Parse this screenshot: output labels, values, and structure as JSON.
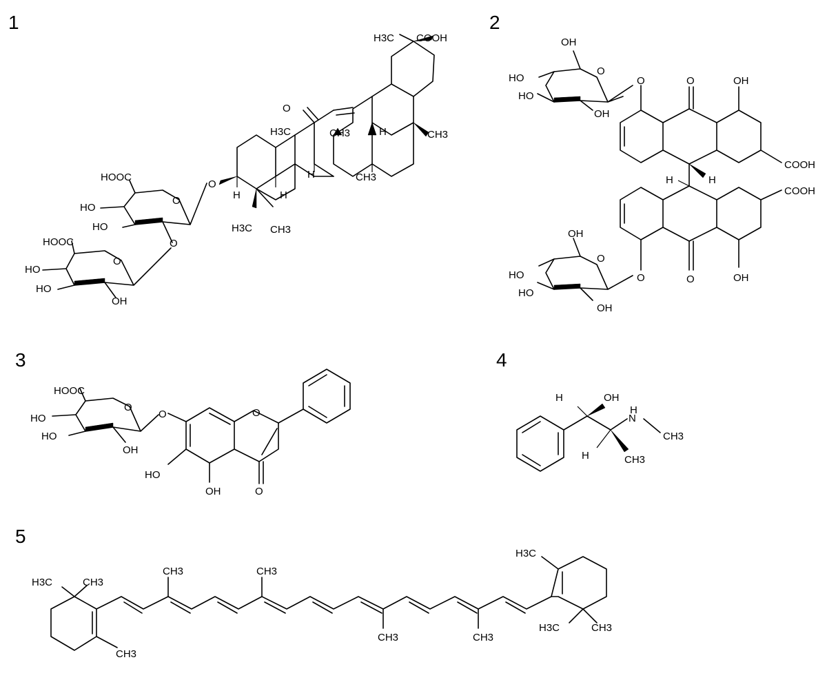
{
  "figure_labels": [
    "1",
    "2",
    "3",
    "4",
    "5"
  ],
  "compound1": {
    "cooh_top": "COOH",
    "h3c_top": "H3C",
    "ketone_o": "O",
    "ch3_a": "CH3",
    "h3c_a": "H3C",
    "ch3_b": "CH3",
    "h_a": "H",
    "h_b": "H",
    "ch3_c": "CH3",
    "o_link": "O",
    "h_c": "H",
    "h_d": "H",
    "h3c_b": "H3C",
    "ch3_d": "CH3",
    "hooc1": "HOOC",
    "ho1": "HO",
    "ho2": "HO",
    "o_ring1": "O",
    "o_link2": "O",
    "hooc2": "HOOC",
    "ho3": "HO",
    "ho4": "HO",
    "o_ring2": "O",
    "oh1": "OH"
  },
  "compound2": {
    "oh_top": "OH",
    "ho1": "HO",
    "o_ring1": "O",
    "ho2": "HO",
    "o_link1": "O",
    "o_ketone1": "O",
    "oh1": "OH",
    "oh_r1": "OH",
    "cooh1": "COOH",
    "h1": "H",
    "h2": "H",
    "cooh2": "COOH",
    "oh_top2": "OH",
    "ho3": "HO",
    "o_ring2": "O",
    "o_link2": "O",
    "ho4": "HO",
    "oh2": "OH",
    "o_ketone2": "O",
    "oh_r2": "OH"
  },
  "compound3": {
    "hooc": "HOOC",
    "o_ring": "O",
    "o_link": "O",
    "o_pyran": "O",
    "ho1": "HO",
    "ho2": "HO",
    "oh1": "OH",
    "ho3": "HO",
    "oh2": "OH",
    "o_ketone": "O"
  },
  "compound4": {
    "h_top": "H",
    "oh": "OH",
    "nh_h": "H",
    "n": "N",
    "ch3_n": "CH3",
    "h_bottom": "H",
    "ch3": "CH3"
  },
  "compound5": {
    "h3c_l1": "H3C",
    "ch3_l1": "CH3",
    "ch3_l2": "CH3",
    "ch3_m1": "CH3",
    "ch3_m2": "CH3",
    "ch3_m3": "CH3",
    "ch3_m4": "CH3",
    "h3c_r1": "H3C",
    "h3c_r2": "H3C",
    "ch3_r2": "CH3"
  }
}
